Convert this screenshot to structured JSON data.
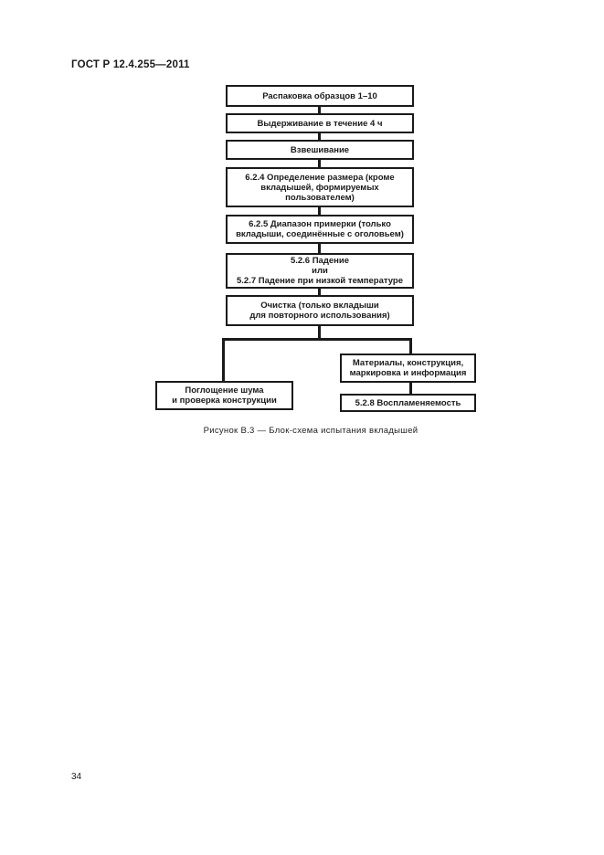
{
  "page": {
    "header": "ГОСТ Р 12.4.255—2011",
    "caption": "Рисунок В.3 — Блок-схема испытания вкладышей",
    "page_number": "34"
  },
  "flowchart": {
    "sequence": [
      {
        "text": "Распаковка образцов 1–10"
      },
      {
        "text": "Выдерживание в течение 4 ч"
      },
      {
        "text": "Взвешивание"
      },
      {
        "text": "6.2.4 Определение размера (кроме\nвкладышей, формируемых\nпользователем)"
      },
      {
        "text": "6.2.5 Диапазон примерки (только\nвкладыши, соединённые с оголовьем)"
      },
      {
        "text": "5.2.6 Падение\nили\n5.2.7 Падение при низкой температуре"
      },
      {
        "text": "Очистка (только вкладыши\nдля повторного использования)"
      }
    ],
    "branch_left": {
      "text": "Поглощение шума\nи проверка конструкции"
    },
    "branch_right_top": {
      "text": "Материалы, конструкция,\nмаркировка и информация"
    },
    "branch_right_bottom": {
      "text": "5.2.8 Воспламеняемость"
    }
  },
  "colors": {
    "ink": "#1a1a1a",
    "background": "#ffffff"
  }
}
